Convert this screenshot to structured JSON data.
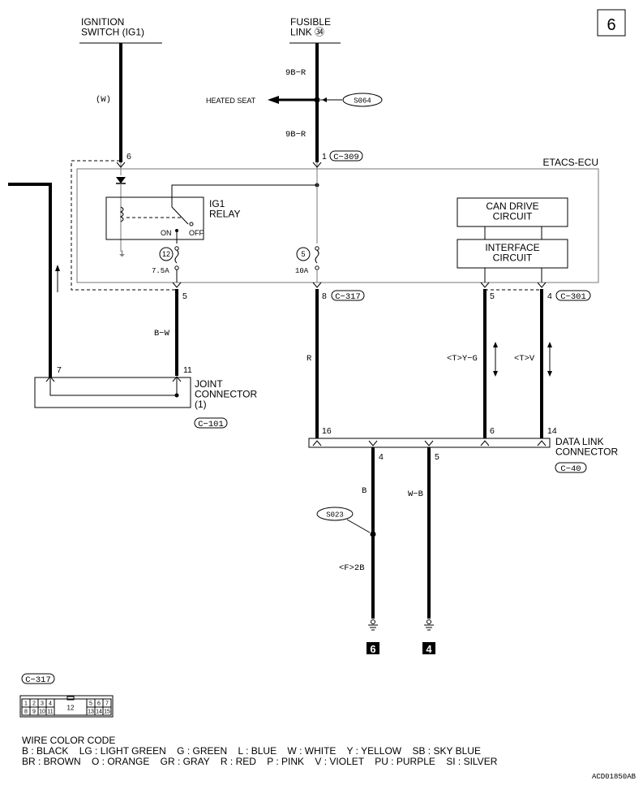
{
  "page_number": "6",
  "sources": {
    "ignition_switch": "IGNITION\nSWITCH (IG1)",
    "fusible_link": "FUSIBLE\nLINK ㉞"
  },
  "wires": {
    "ign_color": "(W)",
    "fusible_upper": "9B−R",
    "fusible_lower": "9B−R",
    "heated_seat": "HEATED SEAT",
    "splice_s064": "S064",
    "bw": "B−W",
    "r": "R",
    "tyg": "<T>Y−G",
    "tv": "<T>V",
    "b": "B",
    "wb": "W−B",
    "f2b": "<F>2B",
    "splice_s023": "S023"
  },
  "ecu": {
    "label": "ETACS-ECU",
    "pin_ign": "6",
    "pin_fl": "1",
    "conn_c309": "C−309",
    "relay_label": "IG1\nRELAY",
    "relay_on": "ON",
    "relay_off": "OFF",
    "fuse12_num": "12",
    "fuse12_amp": "7.5A",
    "fuse5_num": "5",
    "fuse5_amp": "10A",
    "can_drive": "CAN DRIVE\nCIRCUIT",
    "interface": "INTERFACE\nCIRCUIT",
    "pin_out5a": "5",
    "pin_out8": "8",
    "conn_c317": "C−317",
    "pin_out5b": "5",
    "pin_out4": "4",
    "conn_c301": "C−301"
  },
  "joint_connector": {
    "label": "JOINT\nCONNECTOR\n(1)",
    "code": "C−101",
    "pin7": "7",
    "pin11": "11"
  },
  "data_link_connector": {
    "label": "DATA LINK\nCONNECTOR",
    "code": "C−40",
    "pin16": "16",
    "pin6": "6",
    "pin14": "14",
    "pin4": "4",
    "pin5": "5"
  },
  "grounds": {
    "g6": "6",
    "g4": "4"
  },
  "connector_view": {
    "code": "C−317",
    "top_row": [
      "1",
      "2",
      "3",
      "4",
      "",
      "5",
      "6",
      "7"
    ],
    "bottom_row": [
      "8",
      "9",
      "10",
      "11",
      "",
      "13",
      "14",
      "15"
    ],
    "center": "12"
  },
  "wire_color_code": {
    "title": "WIRE COLOR CODE",
    "line1": "B : BLACK    LG : LIGHT GREEN    G : GREEN    L : BLUE    W : WHITE    Y : YELLOW    SB : SKY BLUE",
    "line2": "BR : BROWN    O : ORANGE    GR : GRAY    R : RED    P : PINK    V : VIOLET    PU : PURPLE    SI : SILVER"
  },
  "figure_id": "ACD01850AB"
}
